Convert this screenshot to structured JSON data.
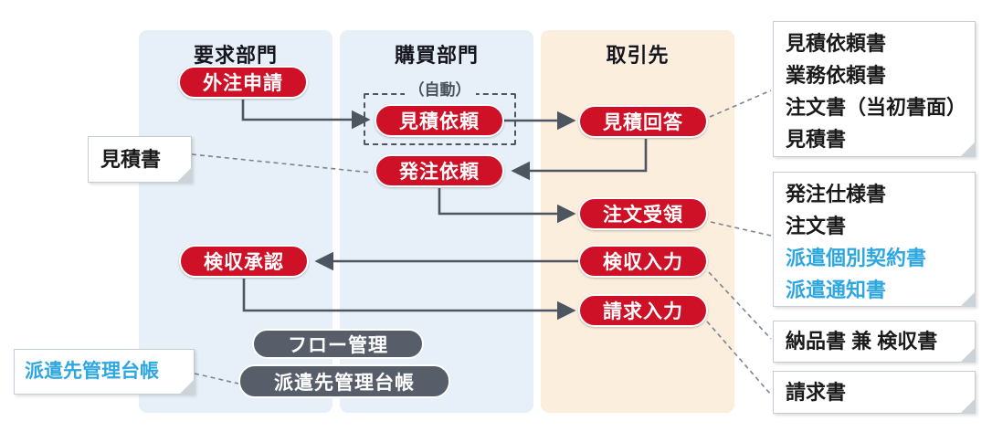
{
  "diagram": {
    "lanes": [
      {
        "id": "requesting-dept",
        "label": "要求部門"
      },
      {
        "id": "purchasing-dept",
        "label": "購買部門"
      },
      {
        "id": "supplier",
        "label": "取引先"
      }
    ],
    "auto_label": "（自動）",
    "process_nodes": [
      {
        "id": "outsourcing-application",
        "label": "外注申請"
      },
      {
        "id": "quotation-request",
        "label": "見積依頼"
      },
      {
        "id": "order-request",
        "label": "発注依頼"
      },
      {
        "id": "quotation-reply",
        "label": "見積回答"
      },
      {
        "id": "order-receipt",
        "label": "注文受領"
      },
      {
        "id": "inspection-approval",
        "label": "検収承認"
      },
      {
        "id": "inspection-entry",
        "label": "検収入力"
      },
      {
        "id": "invoice-entry",
        "label": "請求入力"
      }
    ],
    "system_nodes": [
      {
        "id": "flow-management",
        "label": "フロー管理"
      },
      {
        "id": "dispatch-ledger",
        "label": "派遣先管理台帳"
      }
    ],
    "notes": [
      {
        "id": "quotation-documents",
        "lines": [
          "見積依頼書",
          "業務依頼書",
          "注文書（当初書面）",
          "見積書"
        ]
      },
      {
        "id": "order-documents",
        "lines": [
          "発注仕様書",
          "注文書",
          "派遣個別契約書",
          "派遣通知書"
        ]
      },
      {
        "id": "delivery-inspection",
        "lines": [
          "納品書 兼 検収書"
        ]
      },
      {
        "id": "invoice",
        "lines": [
          "請求書"
        ]
      },
      {
        "id": "quotation-left",
        "lines": [
          "見積書"
        ]
      },
      {
        "id": "dispatch-ledger-note",
        "lines": [
          "派遣先管理台帳"
        ]
      }
    ],
    "colors": {
      "accent_red": "#ce1126",
      "accent_blue": "#2ea7e0",
      "lane_blue": "#e7f0f8",
      "lane_peach": "#fbeedd",
      "system_gray": "#575e6a",
      "wire_gray": "#4d5560"
    }
  }
}
